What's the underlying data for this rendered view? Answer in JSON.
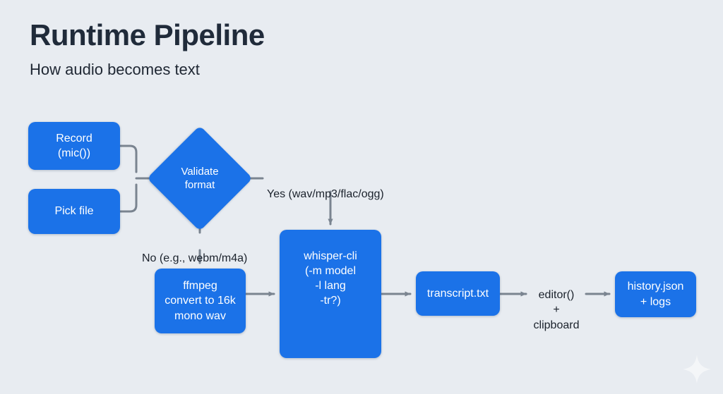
{
  "header": {
    "title": "Runtime Pipeline",
    "subtitle": "How audio becomes text"
  },
  "colors": {
    "background": "#e8ecf1",
    "node_fill": "#1b72e8",
    "node_text": "#ffffff",
    "title_text": "#202b3a",
    "label_text": "#1b222c",
    "edge_stroke": "#7a8490"
  },
  "diagram": {
    "type": "flowchart",
    "nodes": [
      {
        "id": "record",
        "label": "Record\n(mic())",
        "shape": "rounded-rect"
      },
      {
        "id": "pickfile",
        "label": "Pick file",
        "shape": "rounded-rect"
      },
      {
        "id": "validate",
        "label": "Validate\nformat",
        "shape": "diamond"
      },
      {
        "id": "ffmpeg",
        "label": "ffmpeg\nconvert to 16k\nmono wav",
        "shape": "rounded-rect"
      },
      {
        "id": "whisper",
        "label": "whisper-cli\n(-m model\n-l lang\n-tr?)",
        "shape": "rounded-rect"
      },
      {
        "id": "transcript",
        "label": "transcript.txt",
        "shape": "rounded-rect"
      },
      {
        "id": "history",
        "label": "history.json\n+ logs",
        "shape": "rounded-rect"
      }
    ],
    "edge_labels": [
      {
        "id": "yes",
        "text": "Yes (wav/mp3/flac/ogg)",
        "from": "validate",
        "to": "whisper"
      },
      {
        "id": "no",
        "text": "No (e.g., webm/m4a)",
        "from": "validate",
        "to": "ffmpeg"
      },
      {
        "id": "editor",
        "text": "editor()\n+\nclipboard",
        "from": "transcript",
        "to": "history"
      }
    ]
  },
  "watermark": {
    "icon": "sparkle-icon"
  }
}
